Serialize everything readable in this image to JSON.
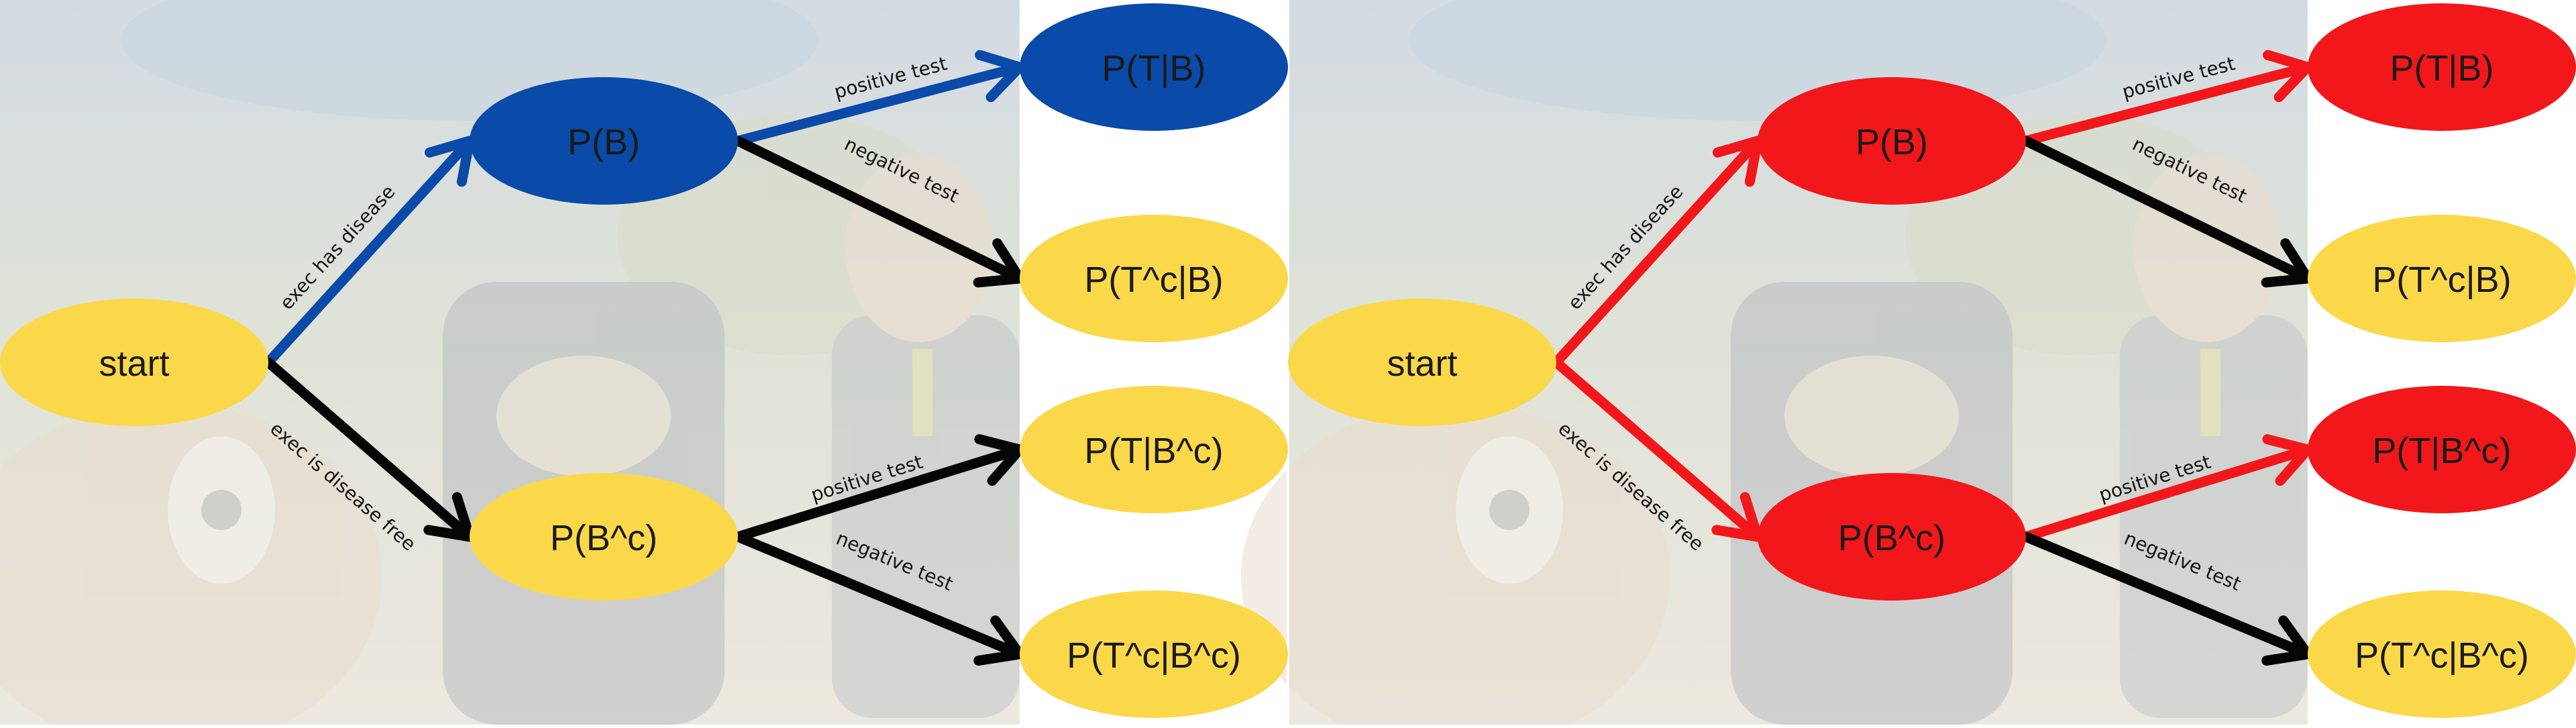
{
  "colors": {
    "yellow": "#fbd84a",
    "blue": "#0a4aa8",
    "red": "#f2171a",
    "black": "#050505",
    "white": "#ffffff",
    "faded_background": "#dfe3dc"
  },
  "panels": [
    {
      "nodes": {
        "start": {
          "label": "start",
          "color": "yellow"
        },
        "b": {
          "label": "P(B)",
          "color": "blue"
        },
        "bc": {
          "label": "P(B^c)",
          "color": "yellow"
        },
        "tb": {
          "label": "P(T|B)",
          "color": "blue"
        },
        "tcb": {
          "label": "P(T^c|B)",
          "color": "yellow"
        },
        "tbc": {
          "label": "P(T|B^c)",
          "color": "yellow"
        },
        "tcbc": {
          "label": "P(T^c|B^c)",
          "color": "yellow"
        }
      },
      "edges": {
        "start_b": {
          "label": "exec has disease",
          "color": "blue"
        },
        "start_bc": {
          "label": "exec is disease free",
          "color": "black"
        },
        "b_tb": {
          "label": "positive test",
          "color": "blue"
        },
        "b_tcb": {
          "label": "negative test",
          "color": "black"
        },
        "bc_tbc": {
          "label": "positive test",
          "color": "black"
        },
        "bc_tcbc": {
          "label": "negative test",
          "color": "black"
        }
      }
    },
    {
      "nodes": {
        "start": {
          "label": "start",
          "color": "yellow"
        },
        "b": {
          "label": "P(B)",
          "color": "red"
        },
        "bc": {
          "label": "P(B^c)",
          "color": "red"
        },
        "tb": {
          "label": "P(T|B)",
          "color": "red"
        },
        "tcb": {
          "label": "P(T^c|B)",
          "color": "yellow"
        },
        "tbc": {
          "label": "P(T|B^c)",
          "color": "red"
        },
        "tcbc": {
          "label": "P(T^c|B^c)",
          "color": "yellow"
        }
      },
      "edges": {
        "start_b": {
          "label": "exec has disease",
          "color": "red"
        },
        "start_bc": {
          "label": "exec is disease free",
          "color": "red"
        },
        "b_tb": {
          "label": "positive test",
          "color": "red"
        },
        "b_tcb": {
          "label": "negative test",
          "color": "black"
        },
        "bc_tbc": {
          "label": "positive test",
          "color": "red"
        },
        "bc_tcbc": {
          "label": "negative test",
          "color": "black"
        }
      }
    }
  ]
}
